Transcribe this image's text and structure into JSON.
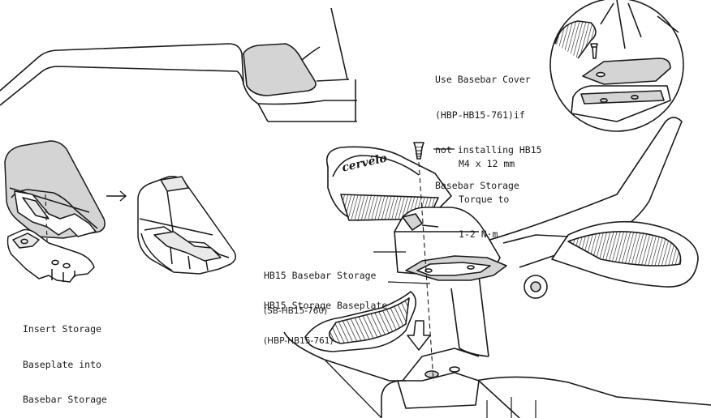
{
  "logo": {
    "text": "cervélo"
  },
  "labels": {
    "cover_note": [
      "Use Basebar Cover",
      "(HBP-HB15-761)if",
      "not installing HB15",
      "Basebar Storage"
    ],
    "bolt_spec": [
      "M4 x 12 mm",
      "Torque to",
      "1-2 N·m"
    ],
    "storage": [
      "HB15 Basebar Storage",
      "(SB-HB15-760)"
    ],
    "baseplate": [
      "HB15 Storage Baseplate",
      "(HBP-HB15-761)"
    ],
    "insert_instruction": [
      "Insert Storage",
      "Baseplate into",
      "Basebar Storage"
    ],
    "step_arrow": "→"
  },
  "colors": {
    "line": "#1a1a1a",
    "shade": "#d4d4d4",
    "shade_light": "#e9e9e9",
    "paper": "#ffffff"
  }
}
